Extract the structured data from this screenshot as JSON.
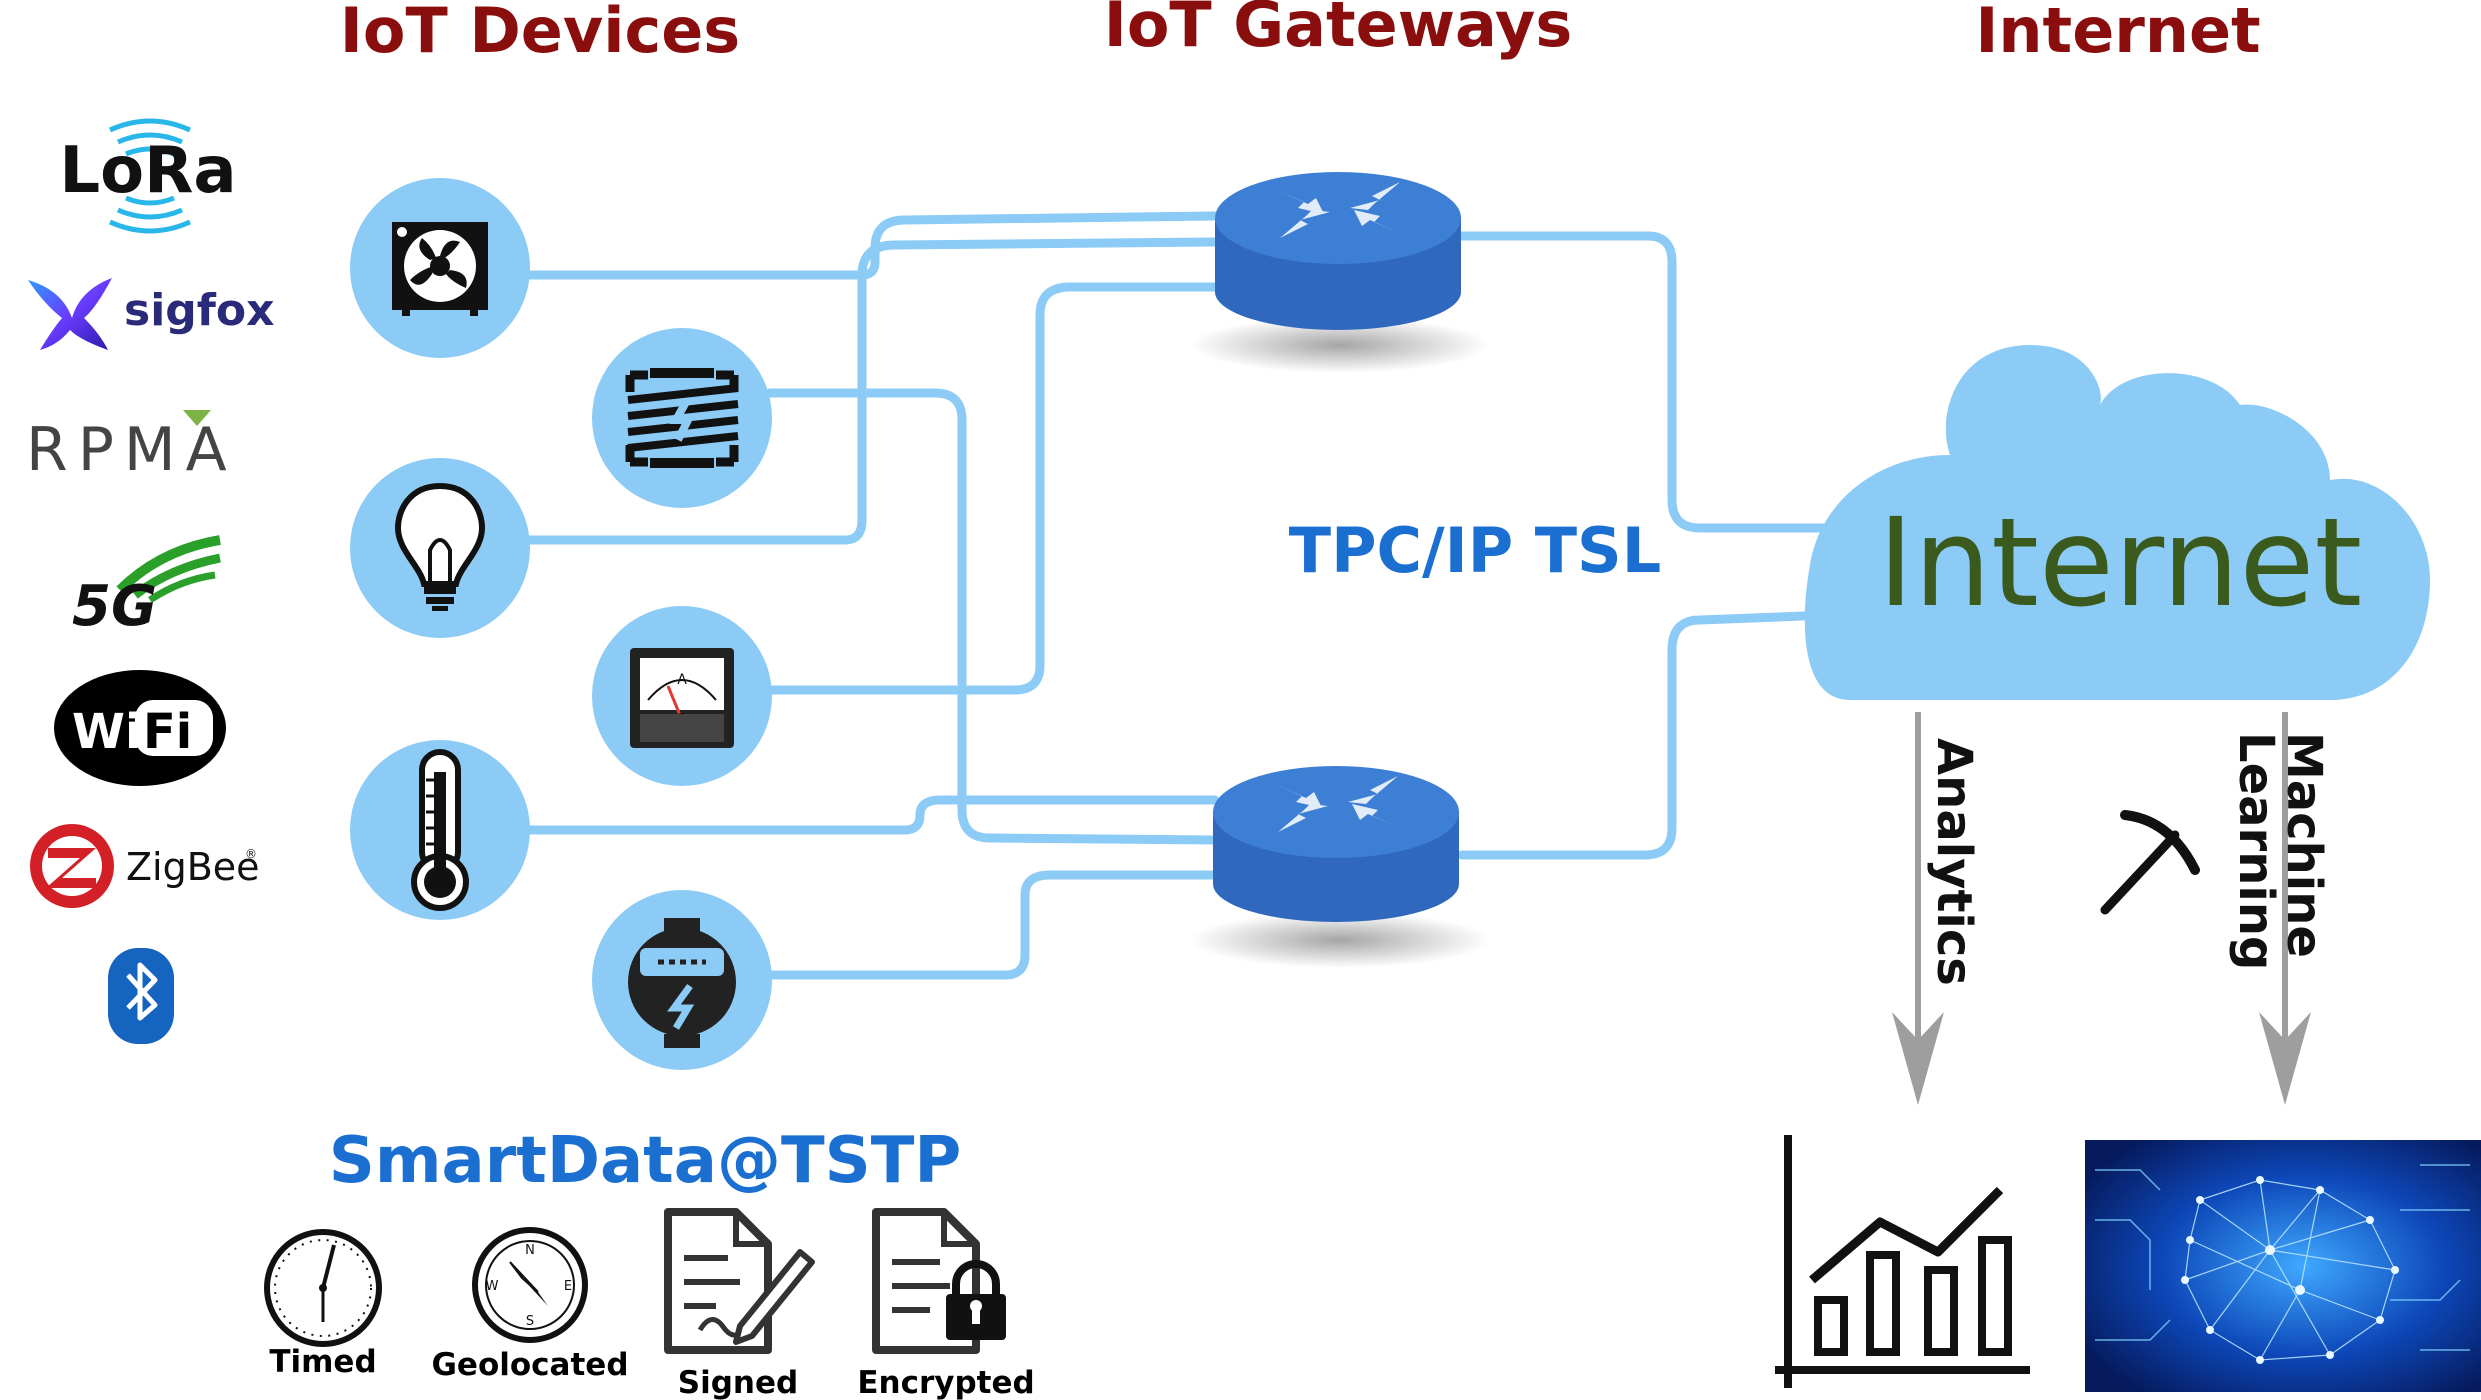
{
  "headers": {
    "devices": "IoT Devices",
    "gateways": "IoT Gateways",
    "internet": "Internet"
  },
  "protocols": {
    "lora": "LoRa",
    "sigfox": "sigfox",
    "rpma": "RPMA",
    "fiveg": "5G",
    "wifi_a": "Wi",
    "wifi_b": "Fi",
    "zigbee": "ZigBee",
    "zigbee_mark": "®"
  },
  "meter_letter": "A",
  "middle_label": "TPC/IP TSL",
  "cloud_label": "Internet",
  "analytics_label": "Analytics",
  "ml_label_1": "Machine",
  "ml_label_2": "Learning",
  "smartdata": {
    "title": "SmartData@TSTP",
    "items": [
      "Timed",
      "Geolocated",
      "Signed",
      "Encrypted"
    ],
    "compass": {
      "n": "N",
      "s": "S",
      "e": "E",
      "w": "W"
    }
  },
  "colors": {
    "header": "#8b0e0e",
    "wire": "#8ccbf5",
    "router": "#3d7fd4",
    "cloud": "#8ccbf5",
    "cloud_text": "#3b5a1e",
    "accent_blue": "#1a6fd1"
  }
}
